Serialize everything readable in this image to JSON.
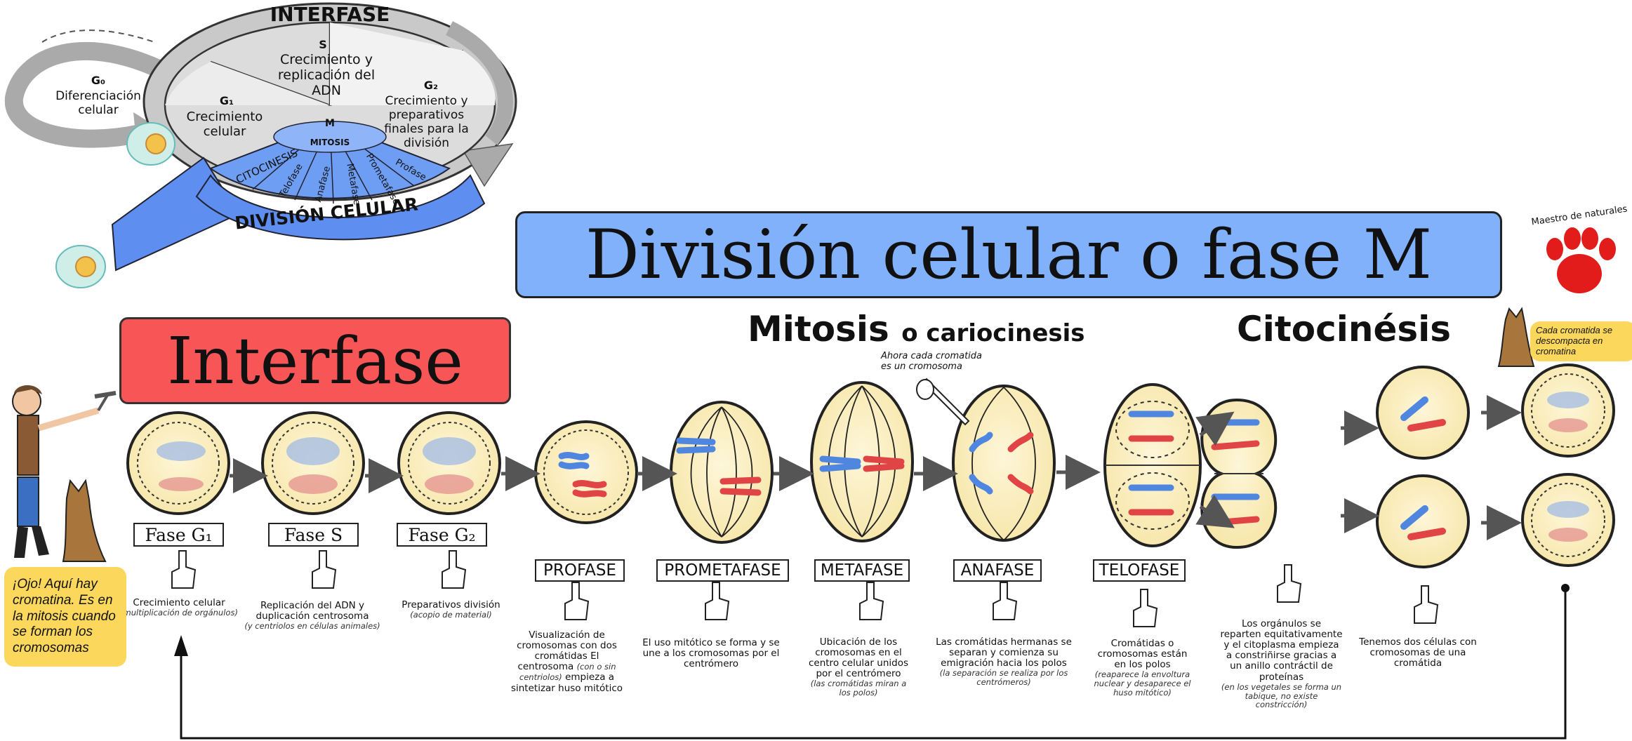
{
  "title": "División celular o fase M",
  "interfase_banner": "Interfase",
  "cycle": {
    "interfase": "INTERFASE",
    "division": "DIVISIÓN CELULAR",
    "g0": {
      "name": "G₀",
      "desc": "Diferenciación celular"
    },
    "g1": {
      "name": "G₁",
      "desc": "Crecimiento celular"
    },
    "s": {
      "name": "S",
      "desc": "Crecimiento y replicación del ADN"
    },
    "g2": {
      "name": "G₂",
      "desc": "Crecimiento y preparativos finales para la división"
    },
    "m": "M",
    "mitosis": "MITOSIS",
    "segments": [
      "CITOCINESIS",
      "Telofase",
      "Anafase",
      "Metafase",
      "Prometafase",
      "Profase"
    ]
  },
  "panels": {
    "mitosis_title": "Mitosis",
    "mitosis_sub": "o cariocinesis",
    "citocinesis_title": "Citocinésis"
  },
  "interfase_phases": [
    {
      "label": "Fase G₁",
      "desc": "Crecimiento celular",
      "sub": "(multiplicación de orgánulos)"
    },
    {
      "label": "Fase S",
      "desc": "Replicación del ADN y duplicación centrosoma",
      "sub": "(y centriolos en células animales)"
    },
    {
      "label": "Fase G₂",
      "desc": "Preparativos división",
      "sub": "(acopio de material)"
    }
  ],
  "mitosis_phases": [
    {
      "label": "PROFASE",
      "desc": "Visualización de cromosomas con dos cromátidas El centrosoma",
      "sub": "(con o sin centriolos)",
      "desc2": "empieza a sintetizar huso mitótico"
    },
    {
      "label": "PROMETAFASE",
      "desc": "El uso mitótico se forma y se une a los cromosomas por el centrómero",
      "sub": "",
      "desc2": ""
    },
    {
      "label": "METAFASE",
      "desc": "Ubicación de los cromosomas en el centro celular unidos por el centrómero",
      "sub": "(las cromátidas miran a los polos)",
      "desc2": ""
    },
    {
      "label": "ANAFASE",
      "desc": "Las cromátidas hermanas se separan y comienza su emigración hacia los polos",
      "sub": "(la separación se realiza por los centrómeros)",
      "desc2": ""
    },
    {
      "label": "TELOFASE",
      "desc": "Cromátidas o cromosomas están en los polos",
      "sub": "(reaparece la envoltura nuclear y desaparece el huso mitótico)",
      "desc2": ""
    }
  ],
  "citocinesis": [
    {
      "desc": "Los orgánulos se reparten equitativamente y el citoplasma empieza a constriñirse gracias a un anillo contráctil de proteínas",
      "sub": "(en los vegetales se forma un tabique, no existe constricción)"
    },
    {
      "desc": "Tenemos dos células con cromosomas de una cromátida",
      "sub": ""
    }
  ],
  "anafase_note": "Ahora cada cromatida es un cromosoma",
  "note_left": "¡Ojo! Aquí hay cromatina. Es en la mitosis cuando se forman los cromosomas",
  "note_right": "Cada cromatida se descompacta en cromatina",
  "logo": {
    "top": "Maestro de naturales"
  },
  "colors": {
    "banner_blue": "#82b1fb",
    "banner_red": "#f85557",
    "cell_fill": "#fbf1c7",
    "chrom_blue": "#4f86e0",
    "chrom_red": "#e04444",
    "note_yellow": "#fbd75c",
    "wheel_blue": "#5d8ef0",
    "wheel_gray": "#cfcfcf"
  }
}
